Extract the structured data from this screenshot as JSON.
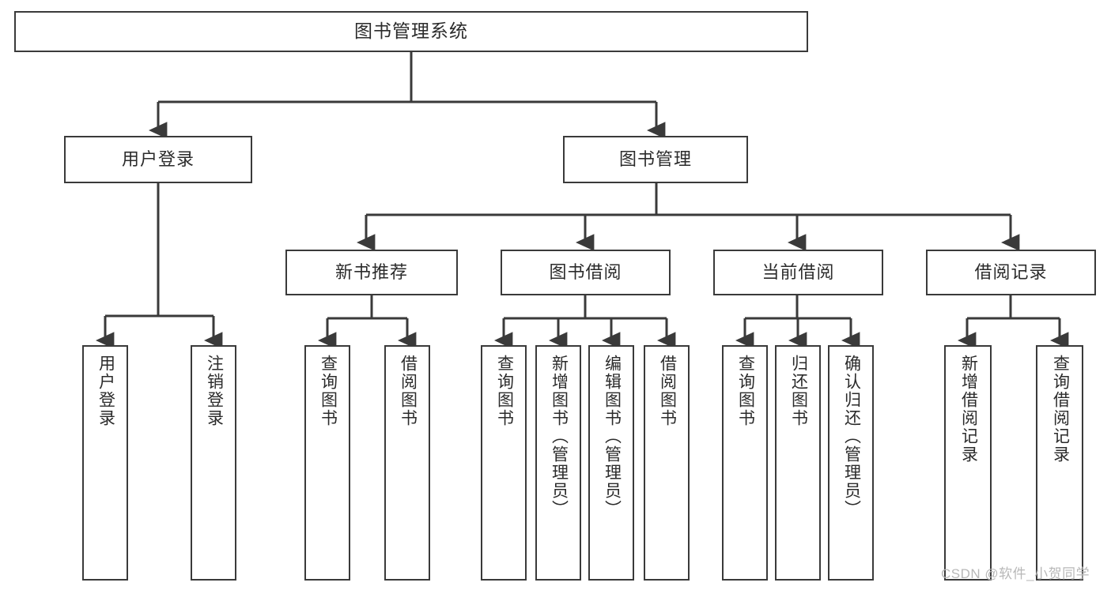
{
  "diagram": {
    "type": "hierarchy-tree",
    "title": "图书管理系统",
    "root": {
      "id": "root",
      "label": "图书管理系统",
      "orientation": "horizontal"
    },
    "level2": [
      {
        "id": "user-login",
        "label": "用户登录",
        "orientation": "horizontal"
      },
      {
        "id": "book-manage",
        "label": "图书管理",
        "orientation": "horizontal"
      }
    ],
    "level3": [
      {
        "id": "new-book-rec",
        "label": "新书推荐",
        "orientation": "horizontal",
        "parent": "book-manage"
      },
      {
        "id": "book-borrow",
        "label": "图书借阅",
        "orientation": "horizontal",
        "parent": "book-manage"
      },
      {
        "id": "current-borrow",
        "label": "当前借阅",
        "orientation": "horizontal",
        "parent": "book-manage"
      },
      {
        "id": "borrow-record",
        "label": "借阅记录",
        "orientation": "horizontal",
        "parent": "book-manage"
      }
    ],
    "leaves": [
      {
        "id": "leaf-user-login",
        "label": "用户登录",
        "parent": "user-login"
      },
      {
        "id": "leaf-logout-login",
        "label": "注销登录",
        "parent": "user-login"
      },
      {
        "id": "leaf-query-book-1",
        "label": "查询图书",
        "parent": "new-book-rec"
      },
      {
        "id": "leaf-borrow-book-1",
        "label": "借阅图书",
        "parent": "new-book-rec"
      },
      {
        "id": "leaf-query-book-2",
        "label": "查询图书",
        "parent": "book-borrow"
      },
      {
        "id": "leaf-add-book",
        "label": "新增图书（管理员）",
        "parent": "book-borrow"
      },
      {
        "id": "leaf-edit-book",
        "label": "编辑图书（管理员）",
        "parent": "book-borrow"
      },
      {
        "id": "leaf-borrow-book-2",
        "label": "借阅图书",
        "parent": "book-borrow"
      },
      {
        "id": "leaf-query-book-3",
        "label": "查询图书",
        "parent": "current-borrow"
      },
      {
        "id": "leaf-return-book",
        "label": "归还图书",
        "parent": "current-borrow"
      },
      {
        "id": "leaf-confirm-return",
        "label": "确认归还（管理员）",
        "parent": "current-borrow"
      },
      {
        "id": "leaf-add-record",
        "label": "新增借阅记录",
        "parent": "borrow-record"
      },
      {
        "id": "leaf-query-record",
        "label": "查询借阅记录",
        "parent": "borrow-record"
      }
    ],
    "colors": {
      "stroke": "#3a3a3a",
      "text": "#2b2b2b",
      "background": "#ffffff",
      "watermark": "#b8b8b8"
    }
  },
  "watermark": {
    "text": "CSDN @软件_小贺同学"
  }
}
